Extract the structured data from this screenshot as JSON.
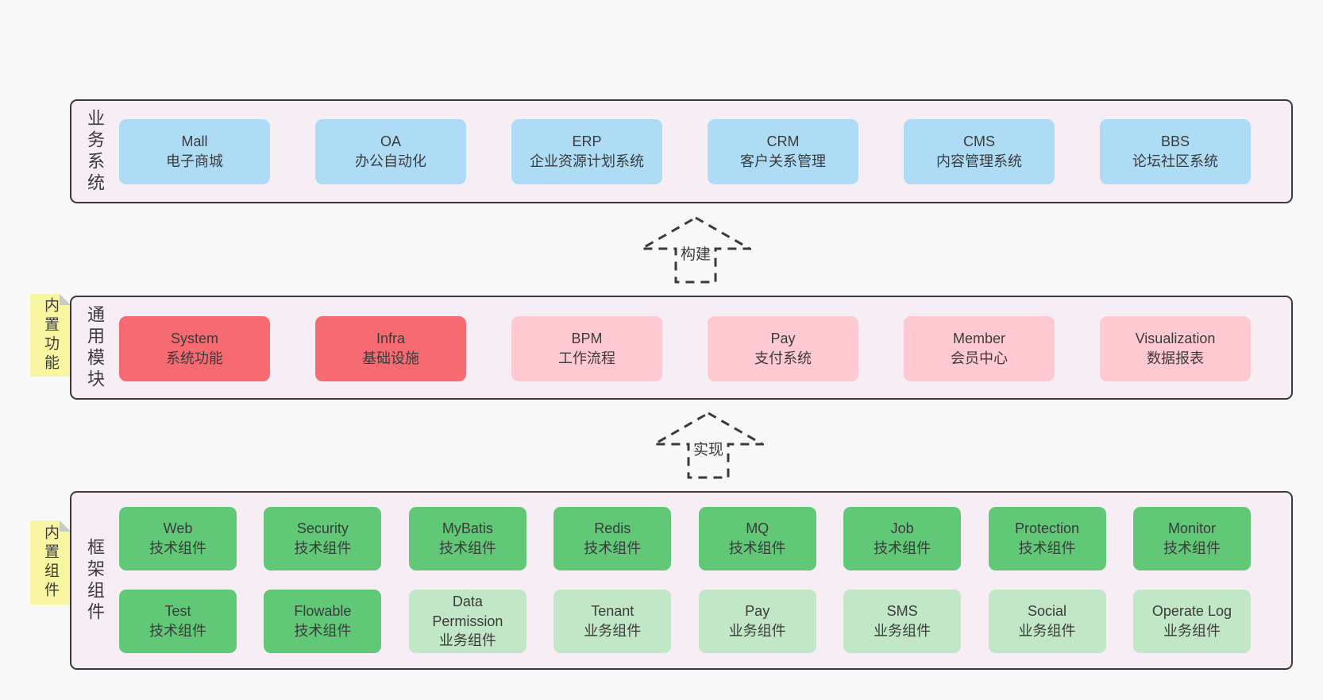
{
  "bands": [
    {
      "label": "业务系统",
      "boxes": [
        {
          "name": "Mall",
          "subtitle": "电子商城"
        },
        {
          "name": "OA",
          "subtitle": "办公自动化"
        },
        {
          "name": "ERP",
          "subtitle": "企业资源计划系统"
        },
        {
          "name": "CRM",
          "subtitle": "客户关系管理"
        },
        {
          "name": "CMS",
          "subtitle": "内容管理系统"
        },
        {
          "name": "BBS",
          "subtitle": "论坛社区系统"
        }
      ]
    },
    {
      "label": "通用模块",
      "tag": "内置功能",
      "boxes": [
        {
          "name": "System",
          "subtitle": "系统功能"
        },
        {
          "name": "Infra",
          "subtitle": "基础设施"
        },
        {
          "name": "BPM",
          "subtitle": "工作流程"
        },
        {
          "name": "Pay",
          "subtitle": "支付系统"
        },
        {
          "name": "Member",
          "subtitle": "会员中心"
        },
        {
          "name": "Visualization",
          "subtitle": "数据报表"
        }
      ]
    },
    {
      "label": "框架组件",
      "tag": "内置组件",
      "rows": [
        [
          {
            "name": "Web",
            "subtitle": "技术组件"
          },
          {
            "name": "Security",
            "subtitle": "技术组件"
          },
          {
            "name": "MyBatis",
            "subtitle": "技术组件"
          },
          {
            "name": "Redis",
            "subtitle": "技术组件"
          },
          {
            "name": "MQ",
            "subtitle": "技术组件"
          },
          {
            "name": "Job",
            "subtitle": "技术组件"
          },
          {
            "name": "Protection",
            "subtitle": "技术组件"
          },
          {
            "name": "Monitor",
            "subtitle": "技术组件"
          }
        ],
        [
          {
            "name": "Test",
            "subtitle": "技术组件"
          },
          {
            "name": "Flowable",
            "subtitle": "技术组件"
          },
          {
            "name": "Data Permission",
            "subtitle": "业务组件"
          },
          {
            "name": "Tenant",
            "subtitle": "业务组件"
          },
          {
            "name": "Pay",
            "subtitle": "业务组件"
          },
          {
            "name": "SMS",
            "subtitle": "业务组件"
          },
          {
            "name": "Social",
            "subtitle": "业务组件"
          },
          {
            "name": "Operate Log",
            "subtitle": "业务组件"
          }
        ]
      ]
    }
  ],
  "arrows": [
    {
      "label": "构建"
    },
    {
      "label": "实现"
    }
  ],
  "colors": {
    "background": "#f8f8f8",
    "panel_fill": "#f7edf5",
    "panel_border": "#3a3a3a",
    "blue_box": "#aedcf5",
    "red_box": "#f56b71",
    "pink_box": "#ffc9d2",
    "green_box": "#60c877",
    "light_green_box": "#c2e7c7",
    "yellow_tag": "#f8f6a1",
    "fold_gray": "#c9c9c9",
    "text": "#3b3b3b"
  }
}
